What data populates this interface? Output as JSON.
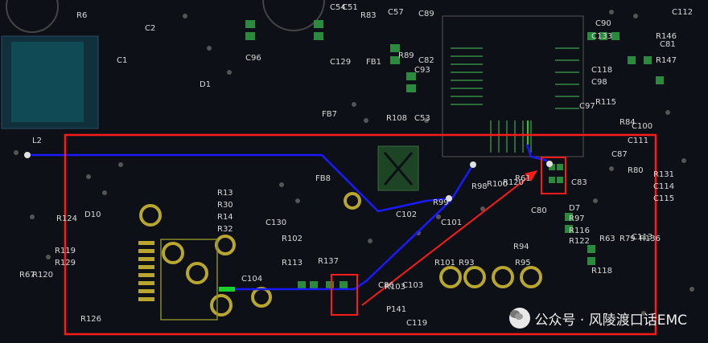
{
  "watermark": {
    "text": "公众号 · 风陵渡口话EMC",
    "icon": "wechat-logo-icon"
  },
  "labels": {
    "top": [
      "R6",
      "C2",
      "C54",
      "C51",
      "R83",
      "C57",
      "C89",
      "C90",
      "C133",
      "R146",
      "C112",
      "R147"
    ],
    "left": [
      "C1",
      "D1",
      "L2",
      "D10",
      "R124",
      "R119",
      "R129",
      "R67",
      "R120",
      "R126"
    ],
    "mid": [
      "C96",
      "C129",
      "FB1",
      "R89",
      "C82",
      "C93",
      "C98",
      "C118",
      "R115",
      "C97",
      "R84",
      "C100",
      "C111",
      "C81"
    ],
    "center": [
      "R13",
      "R30",
      "R14",
      "R32",
      "C130",
      "R102",
      "R113",
      "R137",
      "C104",
      "C102",
      "C101",
      "R99",
      "R98",
      "R100",
      "R120",
      "R61",
      "C83",
      "R108",
      "C53",
      "FB7",
      "FB8"
    ],
    "right": [
      "D7",
      "R97",
      "R116",
      "R122",
      "R63",
      "R79",
      "C113",
      "R136",
      "R131",
      "C114",
      "C115",
      "R118",
      "R101",
      "R93",
      "R95",
      "R94",
      "R103",
      "C103",
      "C119",
      "P141",
      "C86",
      "C80",
      "R80",
      "C87"
    ]
  },
  "annotations": {
    "big_box_color": "#ff1a1a",
    "small_box_color": "#ff1a1a",
    "arrow_color": "#ff1a1a"
  },
  "colors": {
    "board": "#0d1117",
    "trace_blue": "#1a1aff",
    "trace_green": "#19d12a",
    "pad_yellow": "#b8a630",
    "silk_white": "#dcdcdc"
  }
}
